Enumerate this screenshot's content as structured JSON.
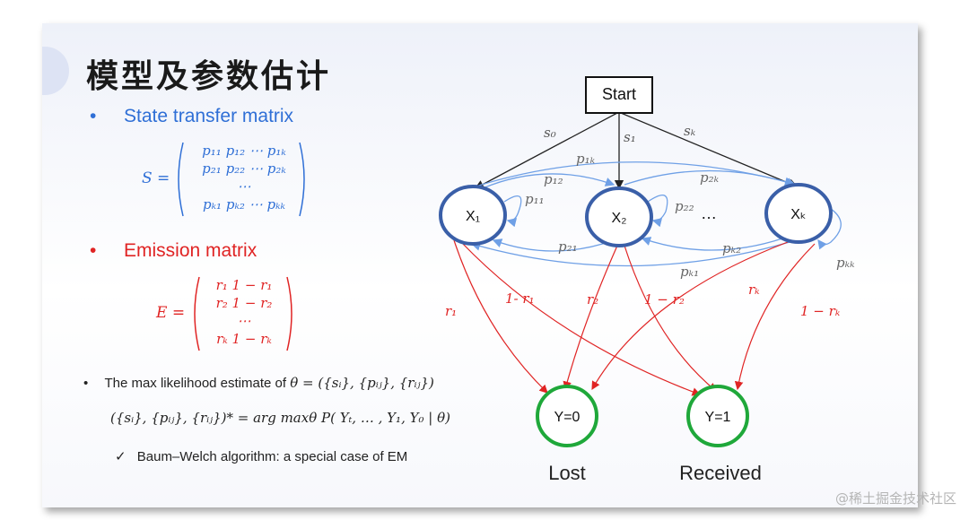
{
  "title": "模型及参数估计",
  "state_matrix": {
    "heading": "State transfer matrix",
    "lhs": "S =",
    "rows": [
      "p₁₁  p₁₂ ⋯ p₁ₖ",
      "p₂₁  p₂₂ ⋯ p₂ₖ",
      "⋯",
      "pₖ₁  pₖ₂ ⋯ pₖₖ"
    ]
  },
  "emission_matrix": {
    "heading": "Emission matrix",
    "lhs": "E =",
    "rows": [
      "r₁   1 − r₁",
      "r₂   1 − r₂",
      "⋯",
      "rₖ   1 − rₖ"
    ]
  },
  "mle": {
    "bullet": "•",
    "text": "The max likelihood estimate of",
    "expr": "θ = ({sᵢ}, {pᵢⱼ}, {rᵢⱼ})",
    "formula": "({sᵢ}, {pᵢⱼ}, {rᵢⱼ})* = arg maxθ P( Yₜ, … , Y₁, Y₀ | θ)",
    "check": "✓",
    "note": "Baum–Welch algorithm: a special case of EM"
  },
  "diagram": {
    "start": "Start",
    "states": [
      "X₁",
      "X₂",
      "Xₖ"
    ],
    "dots": "…",
    "outputs": [
      "Y=0",
      "Y=1"
    ],
    "output_labels": [
      "Lost",
      "Received"
    ],
    "start_labels": [
      "s₀",
      "s₁",
      "sₖ"
    ],
    "transition_labels": [
      "p₁ₖ",
      "p₁₂",
      "p₁₁",
      "p₂ₖ",
      "p₂₂",
      "p₂₁",
      "pₖ₂",
      "pₖ₁",
      "pₖₖ"
    ],
    "emission_labels": [
      "r₁",
      "1- r₁",
      "r₂",
      "1 − r₂",
      "rₖ",
      "1 − rₖ"
    ],
    "colors": {
      "state": "#3a5fa8",
      "output": "#1fa83a",
      "transition": "#6fa0e6",
      "emission": "#e02424"
    }
  },
  "watermark": "@稀土掘金技术社区"
}
